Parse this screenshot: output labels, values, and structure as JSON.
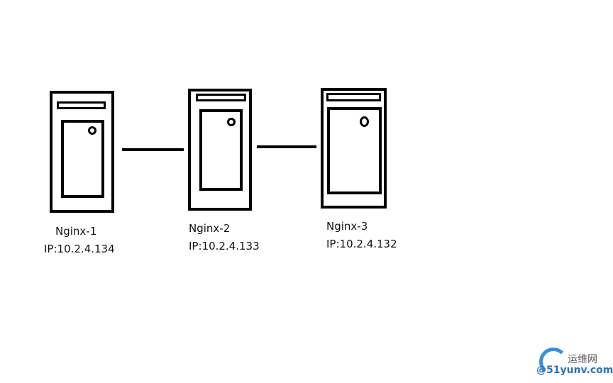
{
  "nodes": [
    {
      "name": "Nginx-1",
      "ip": "IP:10.2.4.134"
    },
    {
      "name": "Nginx-2",
      "ip": "IP:10.2.4.133"
    },
    {
      "name": "Nginx-3",
      "ip": "IP:10.2.4.132"
    }
  ],
  "watermark": {
    "line1": "运维网",
    "line2": "@51yunv.com"
  }
}
